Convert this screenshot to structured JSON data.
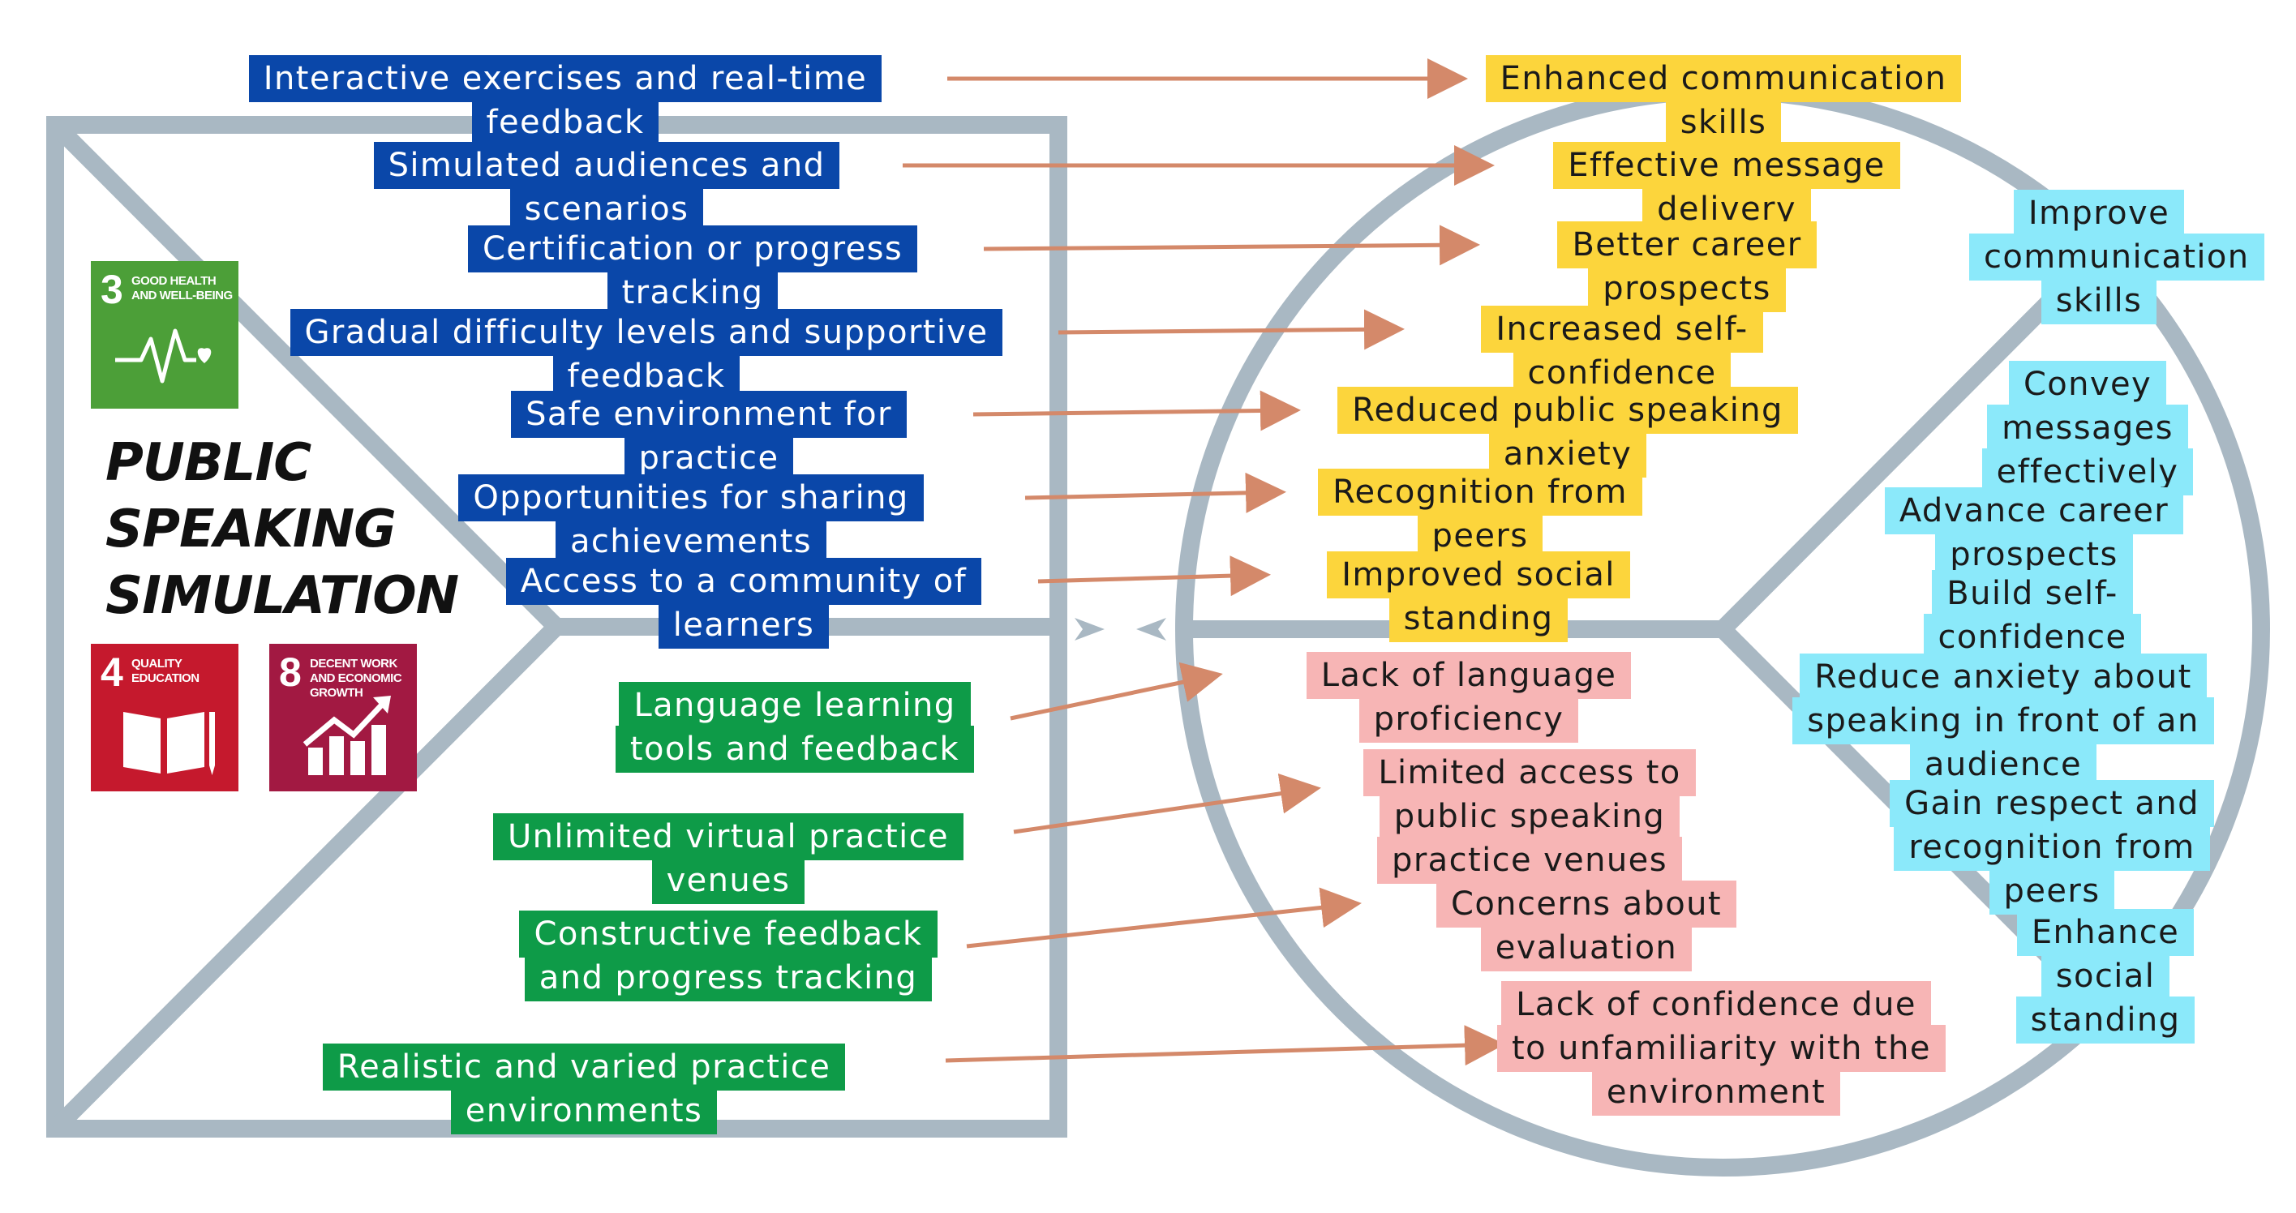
{
  "title": {
    "line1": "PUBLIC",
    "line2": "SPEAKING",
    "line3": "SIMULATION"
  },
  "sdg_icons": [
    {
      "number": "3",
      "text": "GOOD HEALTH AND WELL-BEING",
      "color": "#4c9f38",
      "icon": "heartbeat-icon"
    },
    {
      "number": "4",
      "text": "QUALITY EDUCATION",
      "color": "#c5192d",
      "icon": "book-icon"
    },
    {
      "number": "8",
      "text": "DECENT WORK AND ECONOMIC GROWTH",
      "color": "#a21942",
      "icon": "growth-chart-icon"
    }
  ],
  "features": [
    "Interactive exercises and real-time feedback",
    "Simulated audiences and scenarios",
    "Certification or progress tracking",
    "Gradual difficulty levels and supportive feedback",
    "Safe environment for practice",
    "Opportunities for sharing achievements",
    "Access to a community of learners"
  ],
  "solutions": [
    "Language learning tools and feedback",
    "Unlimited virtual practice venues",
    "Constructive feedback and progress tracking",
    "Realistic and varied practice environments"
  ],
  "gains": [
    "Enhanced communication skills",
    "Effective message delivery",
    "Better career prospects",
    "Increased self-confidence",
    "Reduced public speaking anxiety",
    "Recognition from peers",
    "Improved social standing"
  ],
  "pains": [
    "Lack of language proficiency",
    "Limited access to public speaking practice venues",
    "Concerns about evaluation",
    "Lack of confidence due to unfamiliarity with the environment"
  ],
  "jobs": [
    "Improve communication skills",
    "Convey messages effectively",
    "Advance career prospects",
    "Build self-confidence",
    "Reduce anxiety about speaking in front of an audience",
    "Gain respect and recognition from peers",
    "Enhance social standing"
  ],
  "colors": {
    "frame": "#a9b8c3",
    "arrow": "#d4896a",
    "blue": "#0a47a9",
    "green": "#0e9b48",
    "yellow": "#fcd53c",
    "pink": "#f7b5b5",
    "cyan": "#8be9fa"
  }
}
